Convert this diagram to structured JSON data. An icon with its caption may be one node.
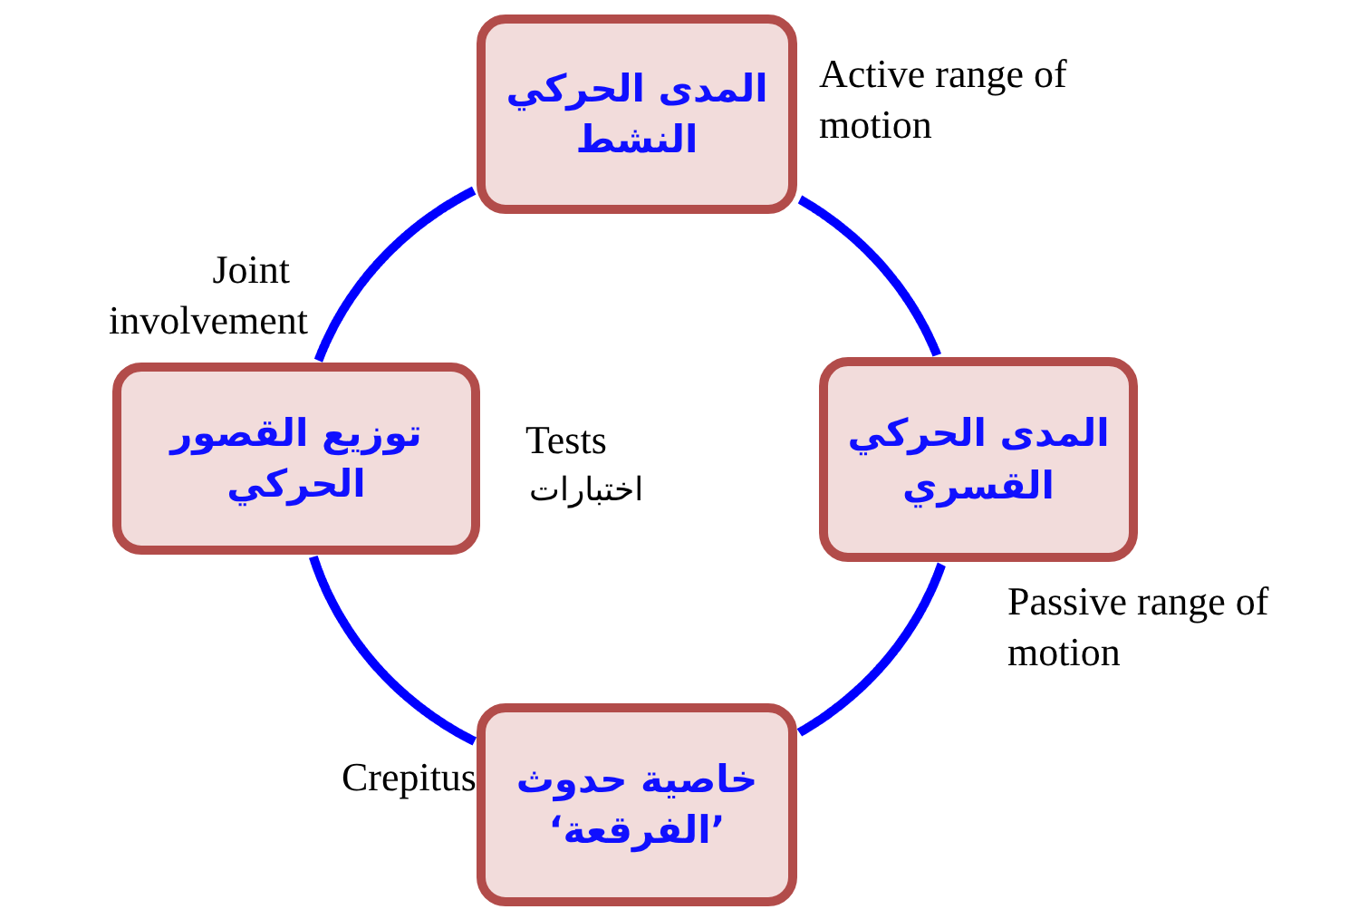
{
  "diagram": {
    "nodes": [
      {
        "text": [
          "المدى الحركي النشط"
        ],
        "beside": [
          "Active range of motion"
        ]
      },
      {
        "text": [
          "المدى الحركي القسري"
        ],
        "beside": [
          "Passive range of motion"
        ]
      },
      {
        "text": [
          "خاصية حدوث ’الفرقعة‘"
        ],
        "beside": [
          "Crepitus"
        ]
      },
      {
        "text": [
          "توزيع القصور الحركي"
        ],
        "beside": [
          "Joint involvement"
        ]
      }
    ],
    "edges": [
      {
        "from": 0,
        "to": 1,
        "arrow": "none"
      },
      {
        "from": 1,
        "to": 2,
        "arrow": "none"
      },
      {
        "from": 2,
        "to": 3,
        "arrow": "none"
      },
      {
        "from": 3,
        "to": 0,
        "arrow": "none"
      }
    ],
    "labels": [
      "Tests",
      "اختبارات"
    ]
  }
}
